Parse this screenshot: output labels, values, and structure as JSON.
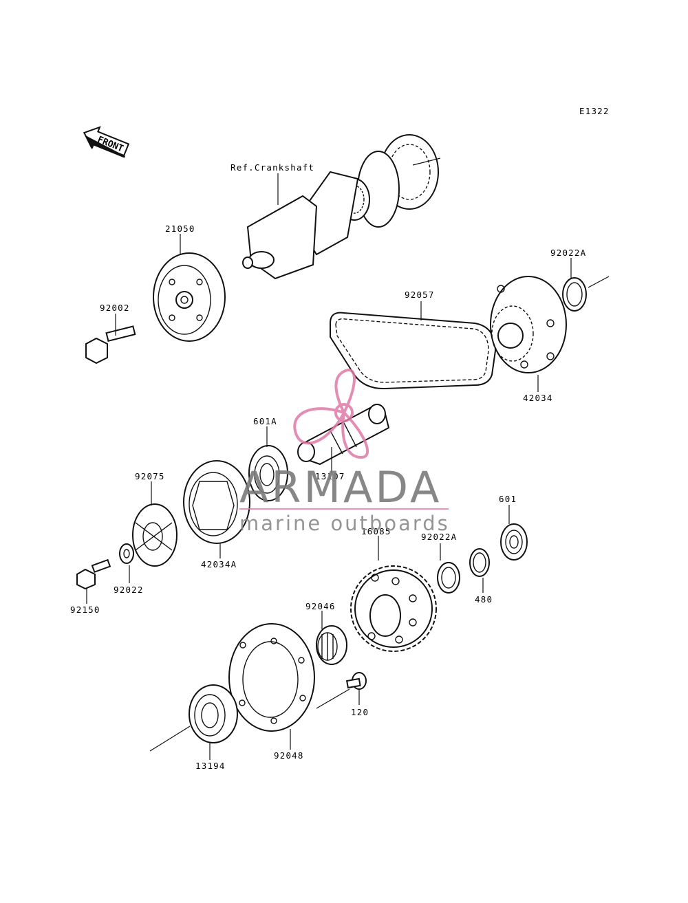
{
  "diagram_code": "E1322",
  "front_label": "FRONT",
  "labels": {
    "crankshaft": "Ref.Crankshaft",
    "p21050": "21050",
    "p92002": "92002",
    "p92022A_top": "92022A",
    "p92057": "92057",
    "p42034": "42034",
    "p601A": "601A",
    "p13107": "13107",
    "p92075": "92075",
    "p42034A": "42034A",
    "p92022": "92022",
    "p92150": "92150",
    "p16085": "16085",
    "p92022A_mid": "92022A",
    "p601": "601",
    "p480": "480",
    "p92046": "92046",
    "p120": "120",
    "p13194": "13194",
    "p92048": "92048"
  },
  "watermark": {
    "brand": "ARMADA",
    "tagline": "marine outboards",
    "color_logo": "#e07aa8",
    "color_text": "#7a7a7a"
  }
}
